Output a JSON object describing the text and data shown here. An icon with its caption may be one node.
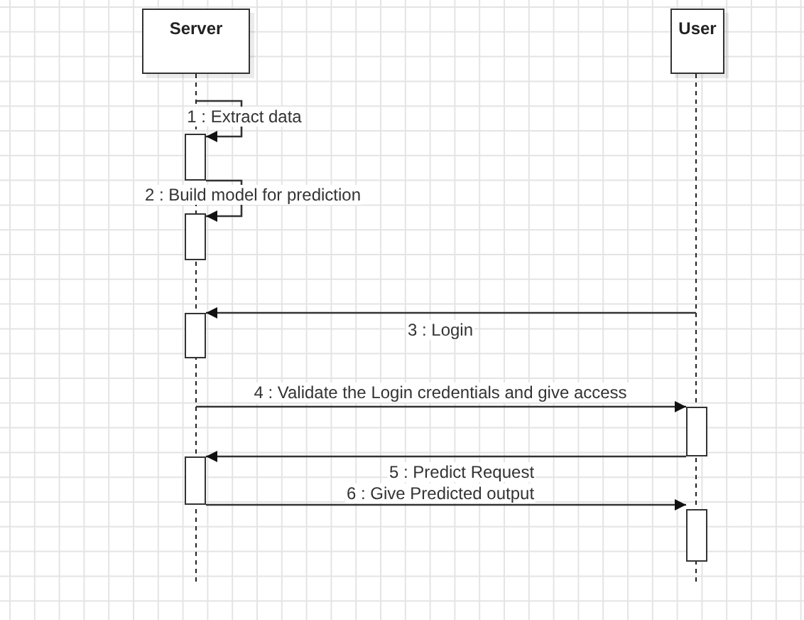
{
  "diagram": {
    "nodes": [
      {
        "text": [
          "Server"
        ]
      },
      {
        "text": [
          "User"
        ]
      },
      {
        "text": [],
        "shape": "box"
      },
      {
        "text": [],
        "shape": "box"
      },
      {
        "text": [],
        "shape": "box"
      },
      {
        "text": [],
        "shape": "box"
      },
      {
        "text": [],
        "shape": "box"
      },
      {
        "text": [],
        "shape": "box"
      }
    ],
    "edges": [
      {
        "from": null,
        "to": 2,
        "arrow": "to",
        "label": "1 : Extract data"
      },
      {
        "from": 2,
        "to": 3,
        "arrow": "to",
        "label": "2 : Build model for prediction"
      },
      {
        "from": null,
        "to": 4,
        "arrow": "to",
        "label": "3 : Login"
      },
      {
        "from": null,
        "to": 5,
        "arrow": "to",
        "label": "4 : Validate the Login credentials and give access"
      },
      {
        "from": 5,
        "to": 6,
        "arrow": "to",
        "label": "5 : Predict Request"
      },
      {
        "from": 6,
        "to": 7,
        "arrow": "to",
        "label": "6 : Give Predicted output"
      }
    ]
  }
}
